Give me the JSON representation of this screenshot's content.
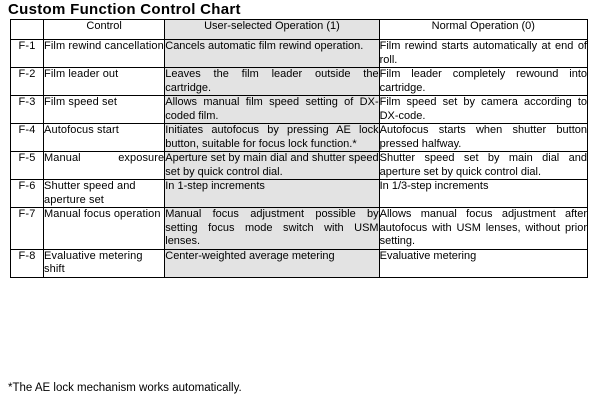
{
  "document": {
    "title": "Custom Function Control Chart",
    "footnote": "*The AE lock mechanism works automatically."
  },
  "table": {
    "headers": {
      "id": "",
      "control": "Control",
      "user_selected": "User-selected Operation (1)",
      "normal": "Normal Operation (0)"
    },
    "rows": [
      {
        "id": "F-1",
        "control": "Film rewind cancellation",
        "user_selected": "Cancels automatic film rewind operation.",
        "normal": "Film rewind starts automatically at end of roll."
      },
      {
        "id": "F-2",
        "control": "Film leader out",
        "user_selected": "Leaves the film leader outside the cartridge.",
        "normal": "Film leader completely rewound into cartridge."
      },
      {
        "id": "F-3",
        "control": "Film speed set",
        "user_selected": "Allows manual film speed setting of DX-coded film.",
        "normal": "Film speed set by camera according to DX-code."
      },
      {
        "id": "F-4",
        "control": "Autofocus start",
        "user_selected": "Initiates autofocus by pressing AE lock button, suitable for focus lock function.*",
        "normal": "Autofocus starts when shutter button pressed halfway."
      },
      {
        "id": "F-5",
        "control": "Manual exposure",
        "user_selected": "Aperture set by main dial and shutter speed set by quick control dial.",
        "normal": "Shutter speed set by main dial and aperture set by quick control dial."
      },
      {
        "id": "F-6",
        "control": "Shutter speed and aperture set",
        "user_selected": "In 1-step increments",
        "normal": "In 1/3-step increments"
      },
      {
        "id": "F-7",
        "control": "Manual focus operation",
        "user_selected": "Manual focus adjustment possible by setting focus mode switch with USM lenses.",
        "normal": "Allows manual focus adjustment after autofocus with USM lenses, without prior setting."
      },
      {
        "id": "F-8",
        "control": "Evaluative metering shift",
        "user_selected": "Center-weighted average metering",
        "normal": "Evaluative metering"
      }
    ]
  },
  "colors": {
    "page_background": "#ffffff",
    "cell_shade": "#e3e3e3",
    "border": "#000000",
    "text": "#000000"
  }
}
